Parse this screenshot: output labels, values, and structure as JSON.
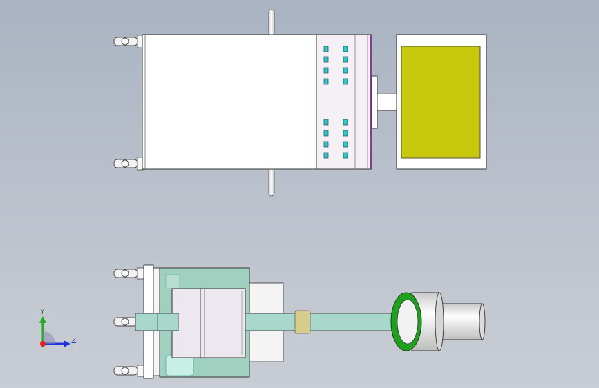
{
  "triad": {
    "y_label": "Y",
    "z_label": "Z",
    "y_color": "#22aa22",
    "z_color": "#2233dd",
    "x_color": "#dd2222"
  },
  "colors": {
    "background_top": "#a9b3c1",
    "background_bottom": "#c9cdd5",
    "outline": "#333333",
    "panel_white": "#ffffff",
    "connector_panel": "#f4f0f6",
    "connector_slot": "#32c8c8",
    "purple_edge": "#8a3a9a",
    "screen_yellow": "#c8c80c",
    "housing_teal": "#9fd0c0",
    "shaft_teal": "#a8d8cc",
    "ring_green": "#1fa01f",
    "cylinder_grey": "#e6e6e6",
    "coupler_khaki": "#d8cc8c",
    "lavender_box": "#ede8f0"
  },
  "views": [
    {
      "name": "top-view"
    },
    {
      "name": "side-view"
    }
  ]
}
